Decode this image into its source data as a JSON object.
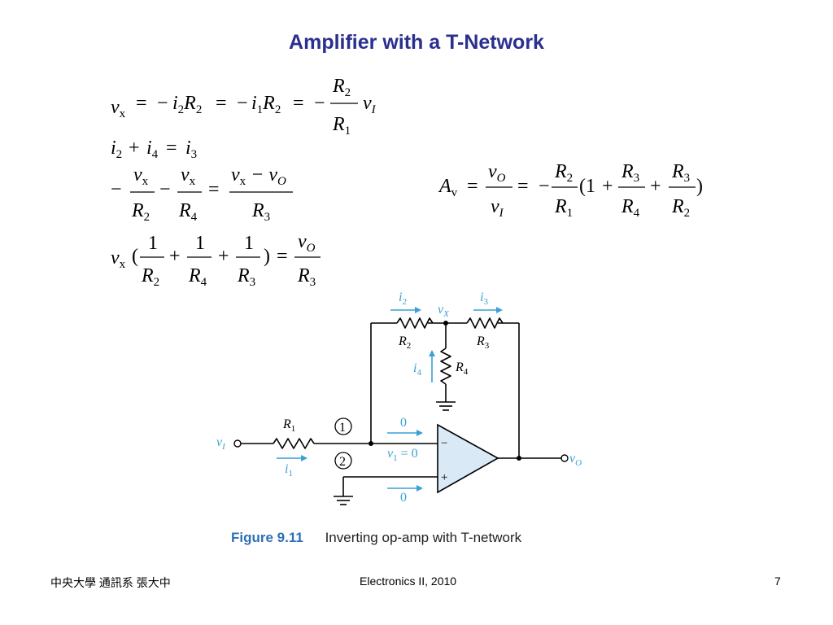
{
  "slide": {
    "title": "Amplifier with a T-Network"
  },
  "equations": {
    "eq1": "vx = −i2R2 = −i1R2 = −(R2/R1) vI",
    "eq2": "i2 + i4 = i3",
    "eq3": "−vx/R2 − vx/R4 = (vx − vO)/R3",
    "eq4": "vx (1/R2 + 1/R4 + 1/R3) = vO/R3",
    "gain": "Av = vO/vI = −(R2/R1)(1 + R3/R4 + R3/R2)"
  },
  "figure": {
    "number": "Figure 9.11",
    "caption": "Inverting op-amp with T-network",
    "labels": {
      "R1": "R",
      "R1_sub": "1",
      "R2": "R",
      "R2_sub": "2",
      "R3": "R",
      "R3_sub": "3",
      "R4": "R",
      "R4_sub": "4",
      "i1": "i",
      "i1_sub": "1",
      "i2": "i",
      "i2_sub": "2",
      "i3": "i",
      "i3_sub": "3",
      "i4": "i",
      "i4_sub": "4",
      "vI": "v",
      "vI_sub": "I",
      "vX": "v",
      "vX_sub": "X",
      "vO": "v",
      "vO_sub": "O",
      "v1": "v",
      "v1_sub": "1",
      "v1_eq": " = 0",
      "zero_top": "0",
      "zero_bottom": "0",
      "node1": "1",
      "node2": "2",
      "minus": "−",
      "plus": "+"
    },
    "colors": {
      "annotation": "#3aa0d8",
      "opamp_fill": "#d9e9f6",
      "wire": "#000000",
      "caption_number": "#2d6fb8"
    }
  },
  "footer": {
    "left": "中央大學  通訊系  張大中",
    "center": "Electronics II, 2010",
    "page": "7"
  }
}
